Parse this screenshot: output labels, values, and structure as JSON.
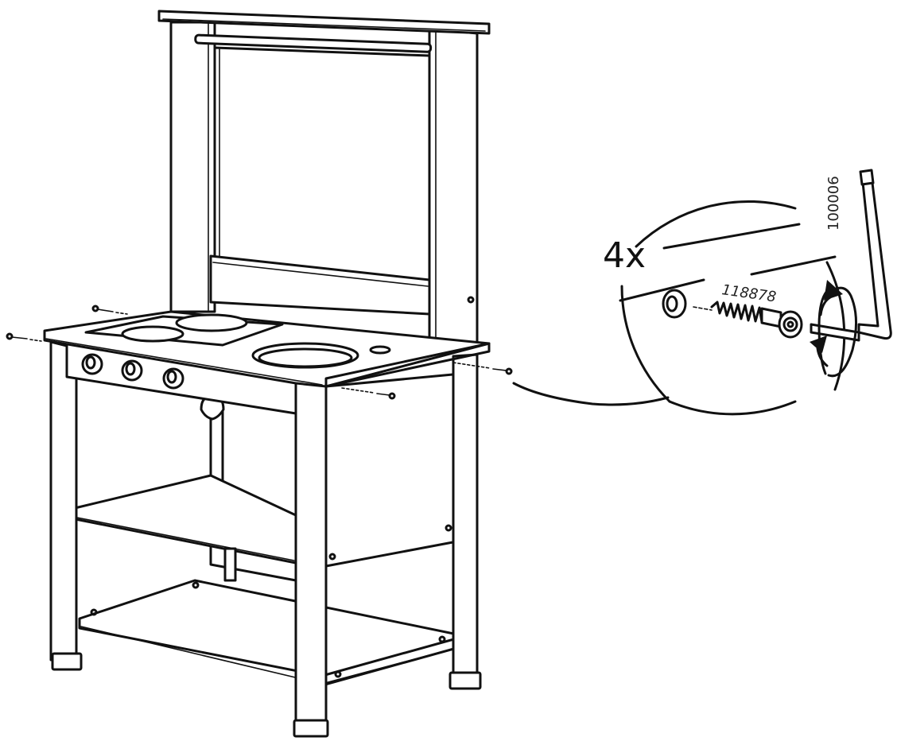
{
  "detail": {
    "quantity": "4x",
    "screw_part_number": "118878",
    "key_part_number": "100006"
  }
}
